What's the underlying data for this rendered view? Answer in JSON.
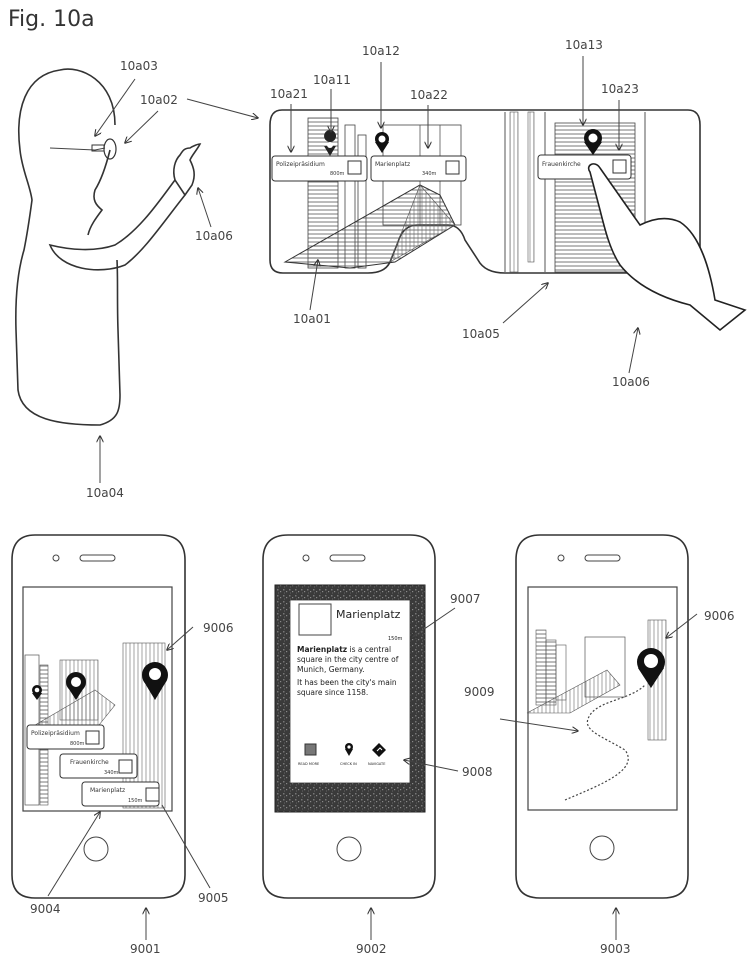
{
  "figure": {
    "title": "Fig. 10a"
  },
  "reference_labels": {
    "glasses_lens": "10a03",
    "glasses_device": "10a02",
    "hand": "10a06",
    "person": "10a04",
    "display_view": "10a01",
    "pin_1": "10a11",
    "pin_2": "10a12",
    "pin_3": "10a13",
    "label_1": "10a21",
    "label_2": "10a22",
    "label_3": "10a23",
    "glasses_frame": "10a05",
    "hand_view": "10a06"
  },
  "glasses_view": {
    "poi_cards": [
      {
        "name": "Polizeipräsidium",
        "distance": "800m"
      },
      {
        "name": "Marienplatz",
        "distance": "340m"
      },
      {
        "name": "Frauenkirche",
        "distance": ""
      }
    ]
  },
  "phones": [
    {
      "ref": "9001",
      "pointer_refs": {
        "card": "9004",
        "checkbox": "9005",
        "pin": "9006"
      },
      "poi_cards": [
        {
          "name": "Polizeipräsidium",
          "distance": "800m"
        },
        {
          "name": "Frauenkirche",
          "distance": "340m"
        },
        {
          "name": "Marienplatz",
          "distance": "150m"
        }
      ]
    },
    {
      "ref": "9002",
      "pointer_refs": {
        "popup": "9007",
        "actions": "9008"
      },
      "detail": {
        "title": "Marienplatz",
        "distance": "150m",
        "desc_bold": "Marienplatz",
        "desc_1": " is a central square in the city centre of Munich, Germany.",
        "desc_2": "It has been the city's main square since 1158.",
        "actions": [
          {
            "icon": "photo-icon",
            "label": "READ MORE"
          },
          {
            "icon": "pin-icon",
            "label": "CHECK IN"
          },
          {
            "icon": "navigate-icon",
            "label": "NAVIGATE"
          }
        ]
      }
    },
    {
      "ref": "9003",
      "pointer_refs": {
        "route": "9009",
        "pin": "9006"
      }
    }
  ]
}
